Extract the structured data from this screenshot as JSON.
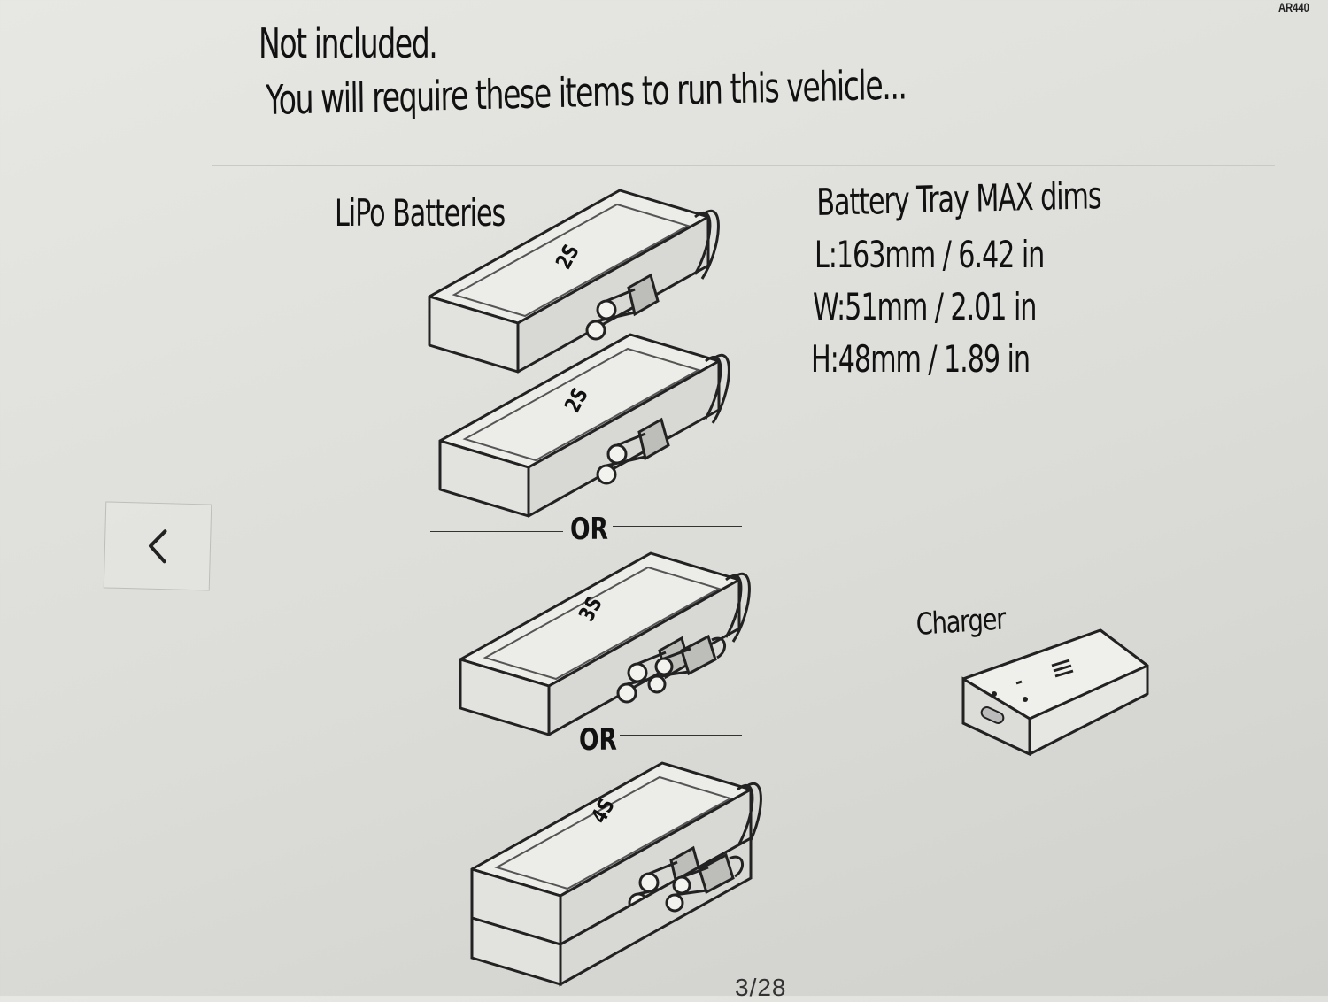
{
  "header": {
    "line1": "Not included.",
    "line2": "You will require these items to run this vehicle..."
  },
  "batteries": {
    "label": "LiPo Batteries",
    "items": [
      {
        "cells": "2S"
      },
      {
        "cells": "2S"
      },
      {
        "cells": "3S"
      },
      {
        "cells": "4S"
      }
    ],
    "separator": "OR"
  },
  "dimensions": {
    "title": "Battery Tray MAX dims",
    "length": "L:163mm / 6.42 in",
    "width": "W:51mm / 2.01 in",
    "height": "H:48mm / 1.89 in"
  },
  "charger": {
    "label": "Charger"
  },
  "navigation": {
    "prev_icon": "chevron-left-icon",
    "page_counter": "3/28"
  },
  "corner": {
    "text": "AR440"
  }
}
